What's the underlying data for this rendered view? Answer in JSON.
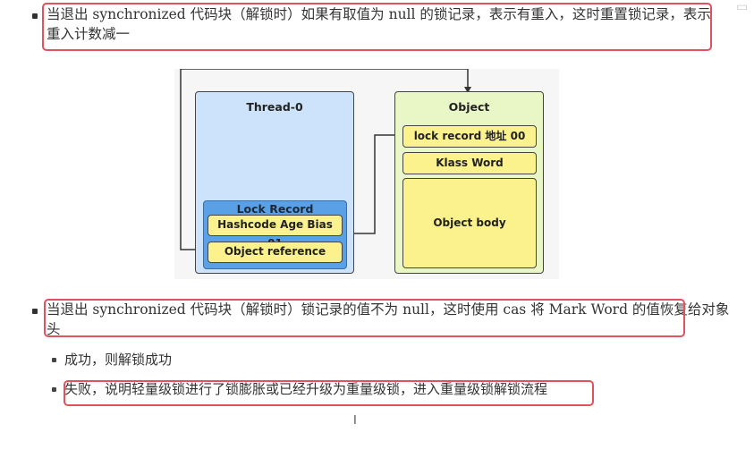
{
  "bullets": [
    {
      "text_line1": "当退出 synchronized 代码块（解锁时）如果有取值为 null 的锁记录，表示有重入，这时重置锁记录，表示",
      "text_line2": "重入计数减一"
    },
    {
      "text_line1": "当退出 synchronized 代码块（解锁时）锁记录的值不为 null，这时使用 cas 将 Mark Word 的值恢复给对象",
      "text_line2": "头"
    }
  ],
  "sub_bullets": [
    {
      "text": "成功，则解锁成功"
    },
    {
      "text": "失败，说明轻量级锁进行了锁膨胀或已经升级为重量级锁，进入重量级锁解锁流程"
    }
  ],
  "diagram": {
    "thread_title": "Thread-0",
    "lock_record_title": "Lock Record",
    "lock_record_fields": [
      "Hashcode Age Bias 01",
      "Object reference"
    ],
    "object_title": "Object",
    "object_fields": [
      "lock record 地址 00",
      "Klass Word",
      "Object body"
    ]
  },
  "colors": {
    "highlight_box": "#e0525e",
    "thread_bg": "#cde3fb",
    "object_bg": "#e9f6c6",
    "field_bg": "#fbf28e",
    "lock_record_bg": "#5aa0e6"
  },
  "icons": {
    "cursor": "text-cursor-icon",
    "corner": "sidebar-toggle-icon"
  }
}
